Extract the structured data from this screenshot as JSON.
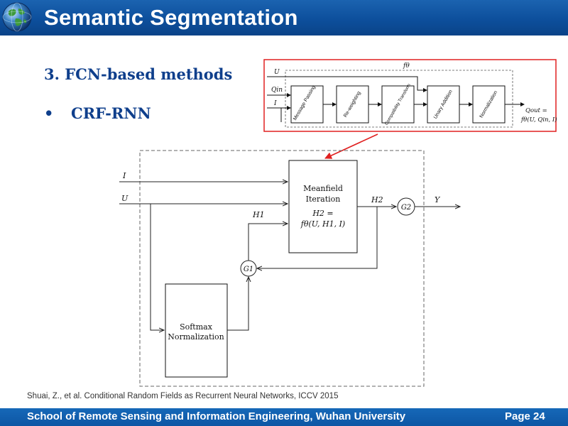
{
  "slide": {
    "title": "Semantic Segmentation",
    "section_heading": "3. FCN-based methods",
    "bullet": "CRF-RNN",
    "citation": "Shuai, Z., et al. Conditional Random Fields as Recurrent Neural Networks, ICCV 2015",
    "footer": "School of Remote Sensing and Information Engineering, Wuhan University",
    "page": "Page 24"
  },
  "colors": {
    "header": "#0d4f9c",
    "heading_text": "#0f3f8c",
    "highlight_border": "#e02020",
    "pointer_arrow": "#e02020"
  },
  "inset_diagram": {
    "f_label": "fθ",
    "inputs": [
      "U",
      "Qin",
      "I"
    ],
    "stages": [
      "Message Passing",
      "Re-weighting",
      "Compatibility Transform",
      "Unary Addition",
      "Normalization"
    ],
    "output_line1": "Qout =",
    "output_line2": "fθ(U, Qin, I)"
  },
  "main_diagram": {
    "inputs": [
      "I",
      "U"
    ],
    "meanfield_line1": "Meanfield",
    "meanfield_line2": "Iteration",
    "meanfield_eq1": "H2 =",
    "meanfield_eq2": "fθ(U, H1, I)",
    "h1": "H1",
    "h2": "H2",
    "g1": "G1",
    "g2": "G2",
    "output": "Y",
    "softmax_line1": "Softmax",
    "softmax_line2": "Normalization"
  },
  "icons": [
    "globe-icon",
    "bullet-icon"
  ]
}
